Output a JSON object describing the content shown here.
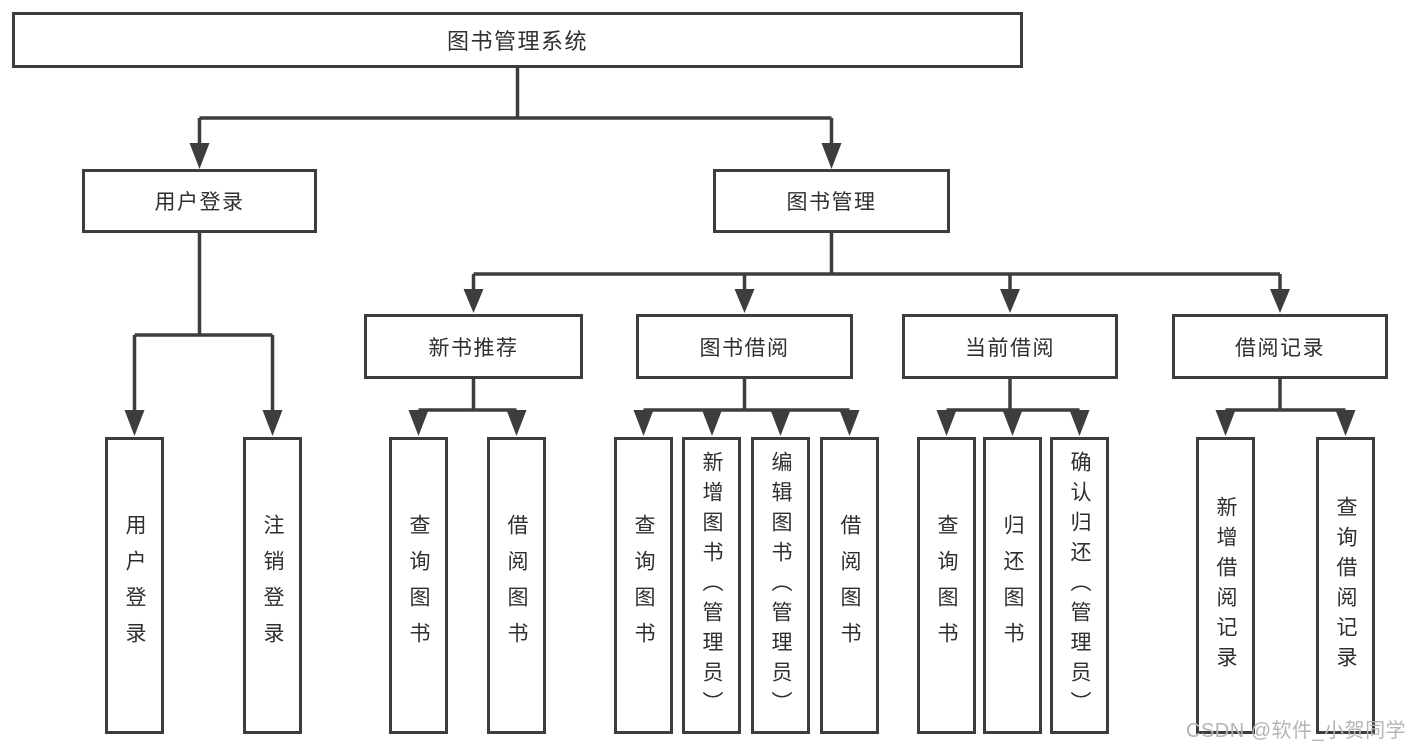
{
  "colors": {
    "line": "#3d3d3d",
    "text": "#2f2f2f",
    "background": "#ffffff",
    "watermark_text": "#b5b5b5"
  },
  "diagram": {
    "root": {
      "label": "图书管理系统"
    },
    "user_login": {
      "label": "用户登录",
      "children": [
        {
          "label": "用户登录"
        },
        {
          "label": "注销登录"
        }
      ]
    },
    "book_mgmt": {
      "label": "图书管理",
      "sections": [
        {
          "label": "新书推荐",
          "children": [
            {
              "label": "查询图书"
            },
            {
              "label": "借阅图书"
            }
          ]
        },
        {
          "label": "图书借阅",
          "children": [
            {
              "label": "查询图书"
            },
            {
              "label": "新增图书（管理员）"
            },
            {
              "label": "编辑图书（管理员）"
            },
            {
              "label": "借阅图书"
            }
          ]
        },
        {
          "label": "当前借阅",
          "children": [
            {
              "label": "查询图书"
            },
            {
              "label": "归还图书"
            },
            {
              "label": "确认归还（管理员）"
            }
          ]
        },
        {
          "label": "借阅记录",
          "children": [
            {
              "label": "新增借阅记录"
            },
            {
              "label": "查询借阅记录"
            }
          ]
        }
      ]
    }
  },
  "watermark": {
    "text": "CSDN @软件_小贺同学"
  }
}
